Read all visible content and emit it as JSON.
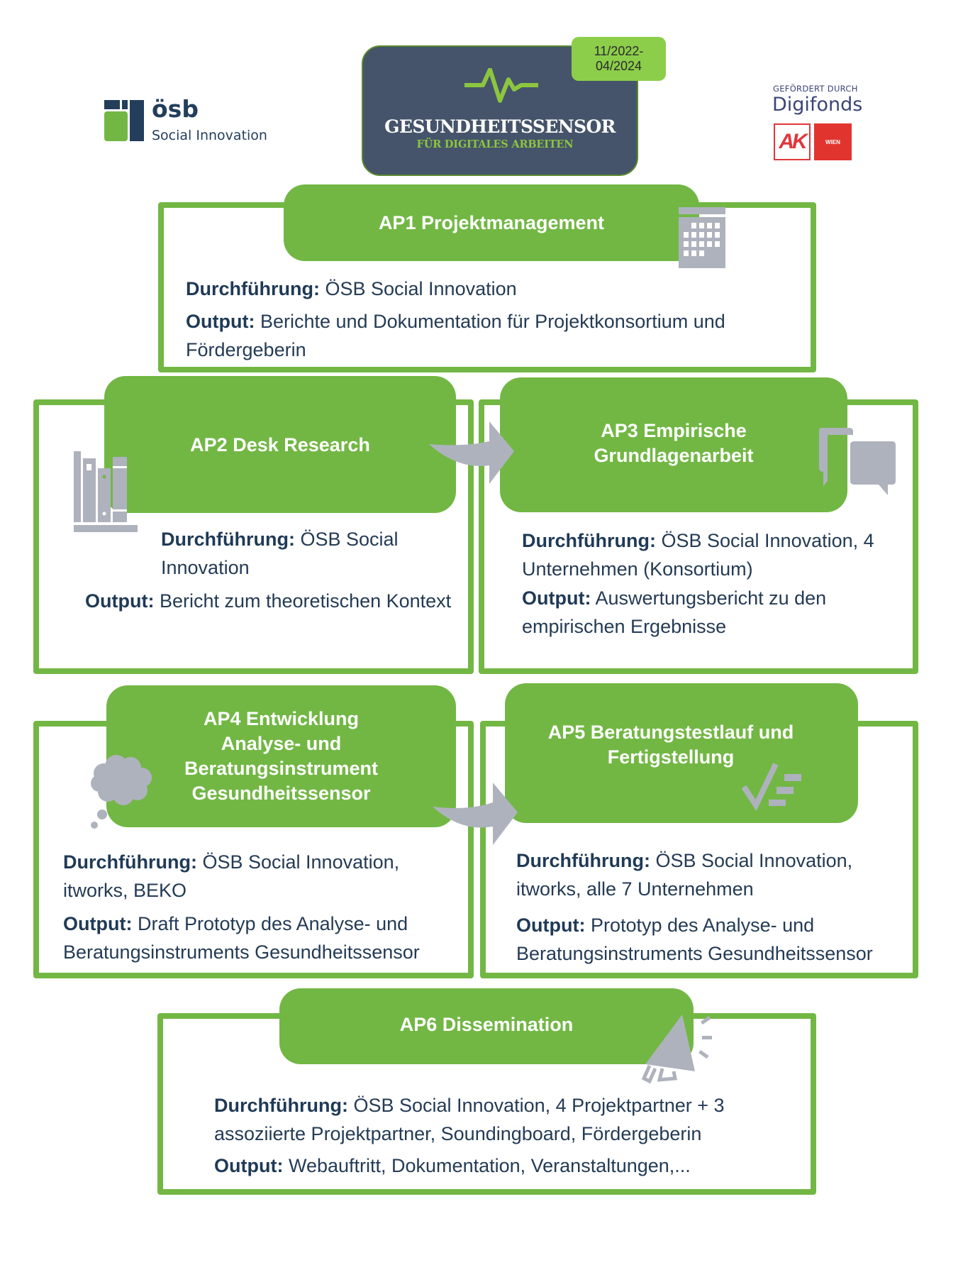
{
  "logos": {
    "osb": {
      "name": "ösb",
      "subtitle": "Social Innovation"
    },
    "project": {
      "title": "GESUNDHEITSSENSOR",
      "subtitle": "FÜR DIGITALES ARBEITEN",
      "date_line1": "11/2022-",
      "date_line2": "04/2024"
    },
    "funder": {
      "label": "GEFÖRDERT DURCH",
      "name": "Digifonds",
      "ak": "AK",
      "wien": "WIEN"
    }
  },
  "colors": {
    "green": "#72b744",
    "dark_blue": "#45546a",
    "badge_green": "#8cce4a",
    "icon_gray": "#aeb2bd",
    "text": "#243b55",
    "ak_red": "#e2342f"
  },
  "labels": {
    "durchfuehrung": "Durchführung:",
    "output": "Output:"
  },
  "work_packages": [
    {
      "id": "AP1",
      "title": "AP1 Projektmanagement",
      "icon": "building-icon",
      "durchfuehrung": "ÖSB Social Innovation",
      "output": "Berichte und Dokumentation für Projektkonsortium und Fördergeberin"
    },
    {
      "id": "AP2",
      "title": "AP2 Desk Research",
      "icon": "books-icon",
      "durchfuehrung": "ÖSB Social Innovation",
      "output": "Bericht zum theoretischen Kontext"
    },
    {
      "id": "AP3",
      "title_line1": "AP3 Empirische",
      "title_line2": "Grundlagenarbeit",
      "icon": "chat-bubbles-icon",
      "durchfuehrung": "ÖSB Social Innovation, 4 Unternehmen (Konsortium)",
      "output": "Auswertungsbericht zu den empirischen Ergebnisse"
    },
    {
      "id": "AP4",
      "title_line1": "AP4 Entwicklung",
      "title_line2": "Analyse- und",
      "title_line3": "Beratungsinstrument",
      "title_line4": "Gesundheitssensor",
      "icon": "thought-cloud-icon",
      "durchfuehrung": "ÖSB Social Innovation, itworks, BEKO",
      "output": "Draft Prototyp des Analyse- und Beratungsinstruments Gesundheitssensor"
    },
    {
      "id": "AP5",
      "title_line1": "AP5 Beratungstestlauf und",
      "title_line2": "Fertigstellung",
      "icon": "checklist-icon",
      "durchfuehrung": "ÖSB Social Innovation, itworks, alle 7 Unternehmen",
      "output": "Prototyp des Analyse- und Beratungsinstruments Gesundheitssensor"
    },
    {
      "id": "AP6",
      "title": "AP6 Dissemination",
      "icon": "megaphone-icon",
      "durchfuehrung": "ÖSB Social Innovation, 4 Projektpartner + 3 assoziierte Projektpartner, Soundingboard, Fördergeberin",
      "output": "Webauftritt, Dokumentation, Veranstaltungen,..."
    }
  ],
  "flows": [
    {
      "from": "AP2",
      "to": "AP3"
    },
    {
      "from": "AP4",
      "to": "AP5"
    }
  ]
}
